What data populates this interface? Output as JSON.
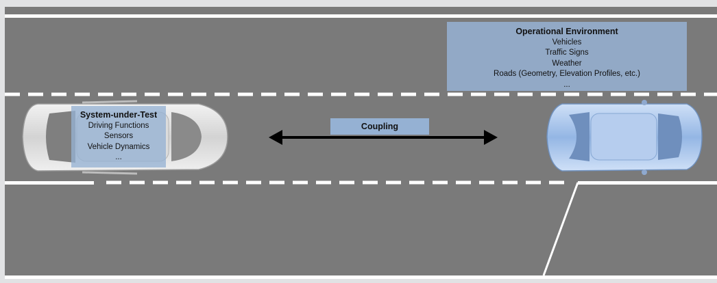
{
  "system_under_test": {
    "title": "System-under-Test",
    "items": [
      "Driving Functions",
      "Sensors",
      "Vehicle Dynamics",
      "..."
    ]
  },
  "operational_environment": {
    "title": "Operational Environment",
    "items": [
      "Vehicles",
      "Traffic Signs",
      "Weather",
      "Roads (Geometry, Elevation Profiles, etc.)",
      "..."
    ]
  },
  "coupling": {
    "label": "Coupling"
  },
  "colors": {
    "road": "#7a7a7a",
    "lane_marking": "#ffffff",
    "box_fill": "#95b1d3",
    "background": "#e1e2e4",
    "ego_car": "#d9d9d9",
    "other_car": "#9fbde6"
  }
}
